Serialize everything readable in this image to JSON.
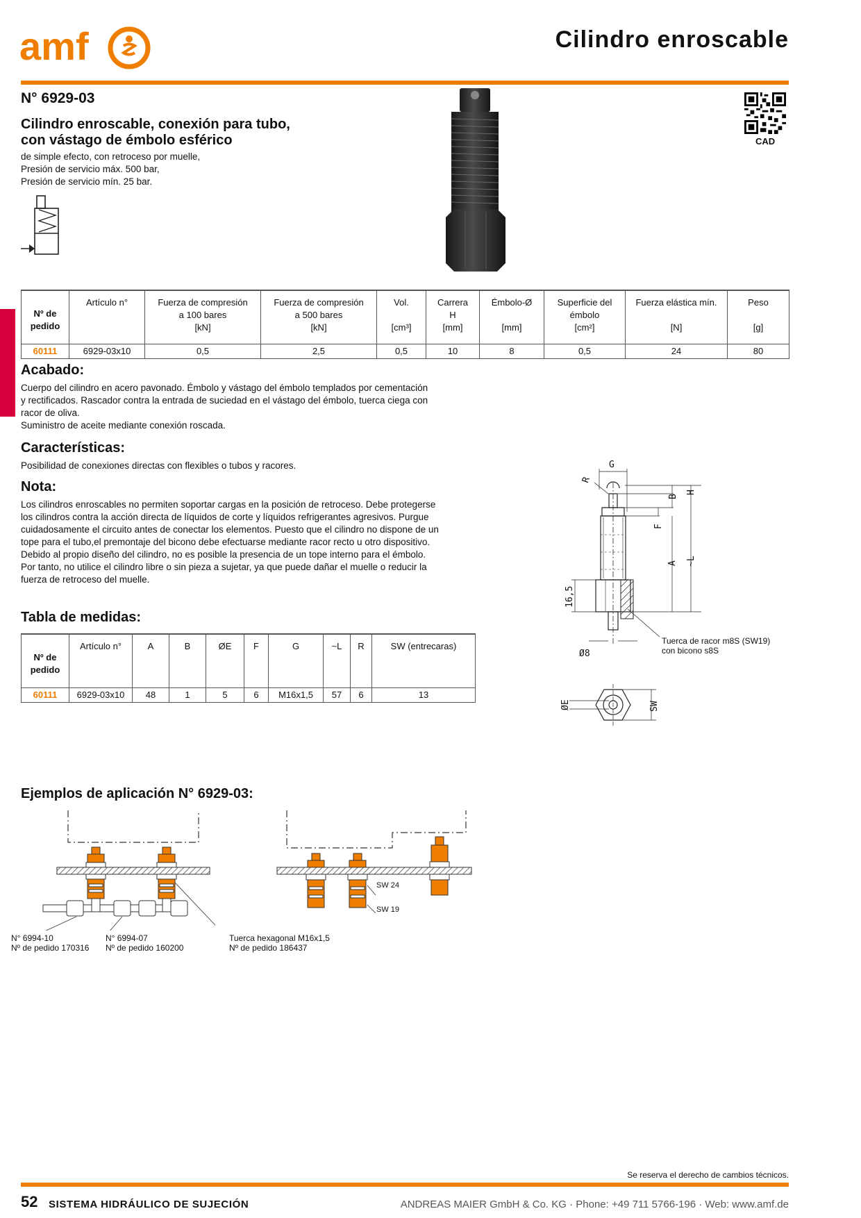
{
  "header": {
    "logo_text": "amf",
    "title": "Cilindro enroscable"
  },
  "product": {
    "number": "N° 6929-03",
    "name_line1": "Cilindro enroscable, conexión para tubo,",
    "name_line2": "con vástago de émbolo esférico",
    "desc": [
      "de simple efecto, con retroceso por muelle,",
      "Presión de servicio máx. 500 bar,",
      "Presión de servicio mín. 25 bar."
    ],
    "cad_label": "CAD"
  },
  "spec_table": {
    "headers": [
      {
        "lines": [
          "Nº de",
          "pedido"
        ]
      },
      {
        "lines": [
          "Artículo n°",
          "",
          ""
        ]
      },
      {
        "lines": [
          "Fuerza de compresión",
          "a 100 bares",
          "[kN]"
        ]
      },
      {
        "lines": [
          "Fuerza de compresión",
          "a 500 bares",
          "[kN]"
        ]
      },
      {
        "lines": [
          "Vol.",
          "",
          "[cm³]"
        ]
      },
      {
        "lines": [
          "Carrera",
          "H",
          "[mm]"
        ]
      },
      {
        "lines": [
          "Émbolo-Ø",
          "",
          "[mm]"
        ]
      },
      {
        "lines": [
          "Superficie del",
          "émbolo",
          "[cm²]"
        ]
      },
      {
        "lines": [
          "Fuerza elástica mín.",
          "",
          "[N]"
        ]
      },
      {
        "lines": [
          "Peso",
          "",
          "[g]"
        ]
      }
    ],
    "rows": [
      [
        "60111",
        "6929-03x10",
        "0,5",
        "2,5",
        "0,5",
        "10",
        "8",
        "0,5",
        "24",
        "80"
      ]
    ]
  },
  "acabado": {
    "heading": "Acabado:",
    "lines": [
      "Cuerpo del cilindro en acero pavonado. Émbolo y vástago del émbolo templados por cementación",
      "y rectificados. Rascador contra la entrada de suciedad en el vástago del émbolo, tuerca ciega con",
      "racor de oliva.",
      "Suministro de aceite mediante conexión roscada."
    ]
  },
  "caracteristicas": {
    "heading": "Características:",
    "lines": [
      "Posibilidad de conexiones directas con flexibles o tubos y racores."
    ]
  },
  "nota": {
    "heading": "Nota:",
    "lines": [
      "Los cilindros enroscables no permiten soportar cargas en la posición de retroceso. Debe protegerse",
      "los cilindros contra la acción directa de líquidos de corte y líquidos refrigerantes agresivos. Purgue",
      "cuidadosamente el circuito antes de conectar los elementos. Puesto que el cilindro no dispone de un",
      "tope para el tubo,el premontaje del bicono debe efectuarse mediante racor recto u otro dispositivo.",
      "Debido al propio diseño del cilindro, no es posible la presencia de un tope interno para el émbolo.",
      "Por tanto, no utilice el cilindro libre o sin pieza a sujetar, ya que puede dañar el muelle o reducir la",
      "fuerza de retroceso del muelle."
    ]
  },
  "medidas": {
    "heading": "Tabla de medidas:",
    "headers": [
      [
        "Nº de",
        "pedido"
      ],
      [
        "Artículo n°"
      ],
      [
        "A"
      ],
      [
        "B"
      ],
      [
        "ØE"
      ],
      [
        "F"
      ],
      [
        "G"
      ],
      [
        "~L"
      ],
      [
        "R"
      ],
      [
        "SW (entrecaras)"
      ]
    ],
    "rows": [
      [
        "60111",
        "6929-03x10",
        "48",
        "1",
        "5",
        "6",
        "M16x1,5",
        "57",
        "6",
        "13"
      ]
    ]
  },
  "drawing": {
    "labels": {
      "G": "G",
      "R": "R",
      "B": "B",
      "H": "H",
      "F": "F",
      "A": "A",
      "L": "~L",
      "d165": "16,5",
      "d8": "Ø8",
      "E": "ØE",
      "SW": "SW"
    },
    "caption_line1": "Tuerca de racor m8S (SW19)",
    "caption_line2": "con bicono s8S"
  },
  "ejemplos": {
    "heading": "Ejemplos de aplicación N° 6929-03:",
    "sw24": "SW 24",
    "sw19": "SW 19",
    "cap1_l1": "N° 6994-10",
    "cap1_l2": "Nº de pedido 170316",
    "cap2_l1": "N° 6994-07",
    "cap2_l2": "Nº de pedido 160200",
    "cap3_l1": "Tuerca hexagonal M16x1,5",
    "cap3_l2": "Nº de pedido 186437"
  },
  "footer": {
    "note": "Se reserva el derecho de cambios técnicos.",
    "page": "52",
    "section": "SISTEMA HIDRÁULICO DE SUJECIÓN",
    "company": "ANDREAS MAIER GmbH & Co. KG · Phone: +49 711 5766-196 · Web: www.amf.de"
  },
  "colors": {
    "accent": "#ef7d00",
    "sidebar": "#d6003d"
  }
}
